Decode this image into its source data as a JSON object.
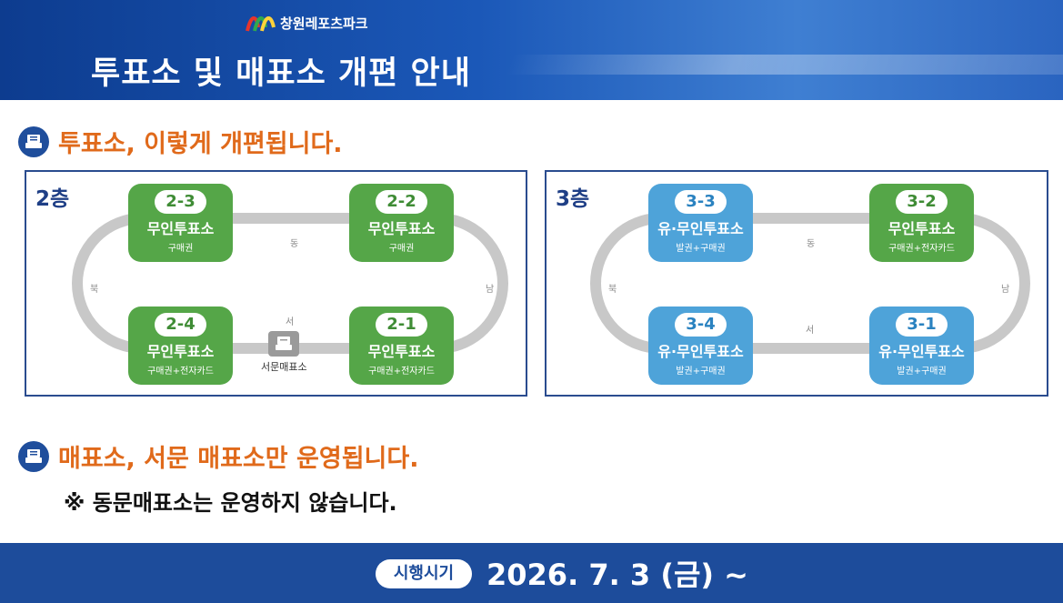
{
  "header": {
    "logo_text": "창원레포츠파크",
    "title": "투표소 및 매표소 개편 안내"
  },
  "section1": {
    "title": "투표소, 이렇게 개편됩니다."
  },
  "floor2": {
    "label": "2층",
    "dir_east": "동",
    "dir_west": "서",
    "dir_south": "남",
    "dir_north": "북",
    "office_label": "서문매표소",
    "stations": [
      {
        "id": "2-3",
        "name": "무인투표소",
        "sub": "구매권"
      },
      {
        "id": "2-2",
        "name": "무인투표소",
        "sub": "구매권"
      },
      {
        "id": "2-4",
        "name": "무인투표소",
        "sub": "구매권+전자카드"
      },
      {
        "id": "2-1",
        "name": "무인투표소",
        "sub": "구매권+전자카드"
      }
    ]
  },
  "floor3": {
    "label": "3층",
    "dir_east": "동",
    "dir_west": "서",
    "dir_south": "남",
    "dir_north": "북",
    "stations": [
      {
        "id": "3-3",
        "name": "유·무인투표소",
        "sub": "발권+구매권"
      },
      {
        "id": "3-2",
        "name": "무인투표소",
        "sub": "구매권+전자카드"
      },
      {
        "id": "3-4",
        "name": "유·무인투표소",
        "sub": "발권+구매권"
      },
      {
        "id": "3-1",
        "name": "유·무인투표소",
        "sub": "발권+구매권"
      }
    ]
  },
  "section2": {
    "title": "매표소, 서문 매표소만 운영됩니다.",
    "note": "※ 동문매표소는 운영하지 않습니다."
  },
  "footer": {
    "badge": "시행시기",
    "date": "2026. 7. 3 (금) ~"
  },
  "colors": {
    "green": "#55a648",
    "blue": "#4ea3d9",
    "orange": "#e06a1b",
    "navy": "#1d4c9b"
  },
  "icons": {
    "section": "kiosk-icon",
    "office": "ticket-office-icon",
    "logo": "park-logo-icon"
  }
}
